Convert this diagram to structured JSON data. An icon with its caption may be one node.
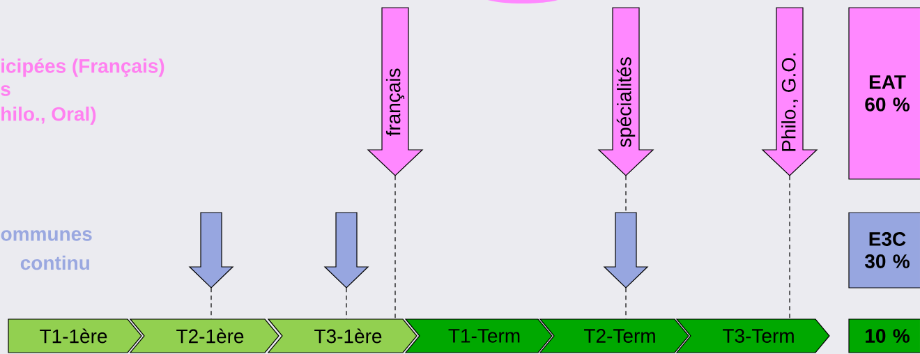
{
  "diagram": {
    "nodes": [
      {
        "text": [
          "T1-1ère"
        ]
      },
      {
        "text": [
          "T2-1ère"
        ]
      },
      {
        "text": [
          "T3-1ère"
        ]
      },
      {
        "text": [
          "T1-Term"
        ]
      },
      {
        "text": [
          "T2-Term"
        ]
      },
      {
        "text": [
          "T3-Term"
        ]
      },
      {
        "text": [
          "EAT 60 %"
        ]
      },
      {
        "text": [
          "E3C 30 %"
        ]
      },
      {
        "text": [
          "10 %"
        ]
      },
      {
        "text": [
          "français"
        ]
      },
      {
        "text": [
          "spécialités"
        ]
      },
      {
        "text": [
          "Philo., G.O."
        ]
      },
      {
        "text": [],
        "shape": "arrow"
      },
      {
        "text": [],
        "shape": "arrow"
      },
      {
        "text": [],
        "shape": "arrow"
      }
    ],
    "edges": [
      {
        "from": 9,
        "to": 2,
        "arrow": "none",
        "style": "dashed"
      },
      {
        "from": 10,
        "to": 14,
        "arrow": "none",
        "style": "dashed"
      },
      {
        "from": 11,
        "to": 5,
        "arrow": "none",
        "style": "dashed"
      },
      {
        "from": 12,
        "to": 1,
        "arrow": "none",
        "style": "dashed"
      },
      {
        "from": 13,
        "to": 2,
        "arrow": "none",
        "style": "dashed"
      },
      {
        "from": 14,
        "to": 4,
        "arrow": "none",
        "style": "dashed"
      }
    ],
    "labels": [
      "icipées  (Français)",
      "s",
      "hilo., Oral)",
      "ommunes",
      "continu"
    ]
  }
}
